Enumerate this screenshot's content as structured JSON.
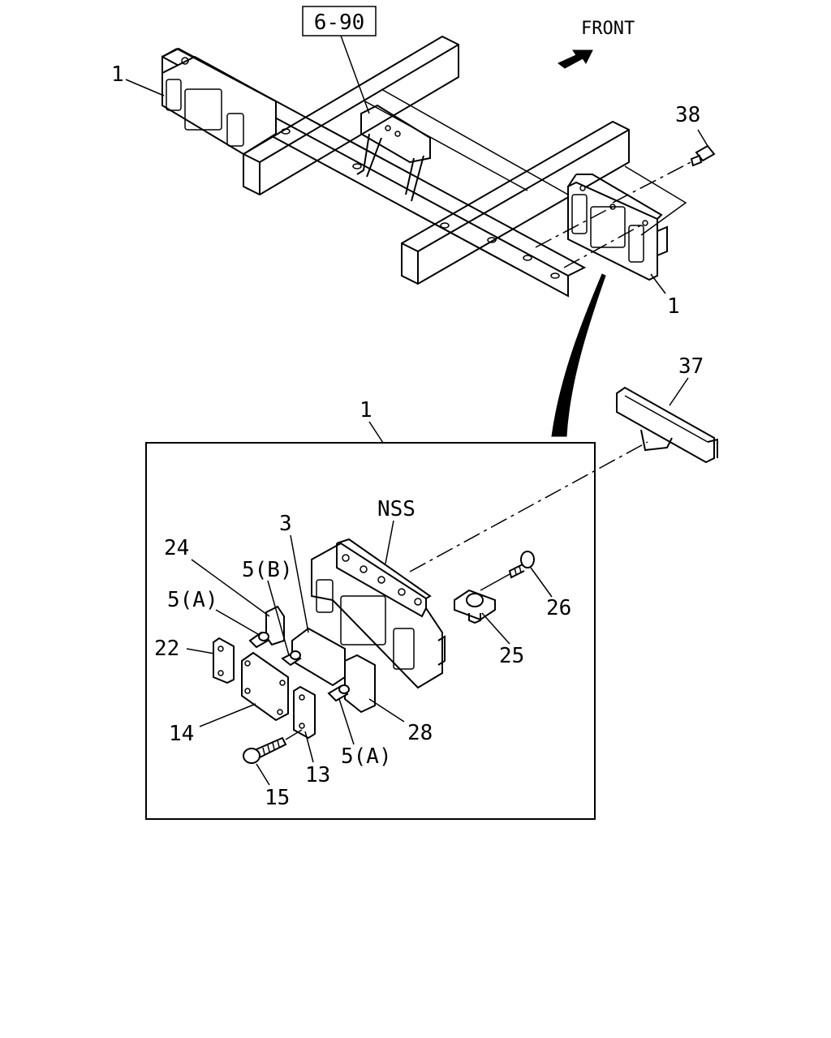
{
  "ref_box": "6-90",
  "direction_label": "FRONT",
  "labels": {
    "frame_left": "1",
    "frame_right": "1",
    "bolt_top": "38",
    "cover": "37",
    "module_group": "1",
    "nss": "NSS",
    "seal": "3",
    "plug_b": "5(B)",
    "plug_a_left": "5(A)",
    "plug_a_right": "5(A)",
    "gasket_24": "24",
    "plate_22": "22",
    "plate_14": "14",
    "plate_13": "13",
    "screw_15": "15",
    "gasket_28": "28",
    "bracket_25": "25",
    "bolt_26": "26"
  }
}
